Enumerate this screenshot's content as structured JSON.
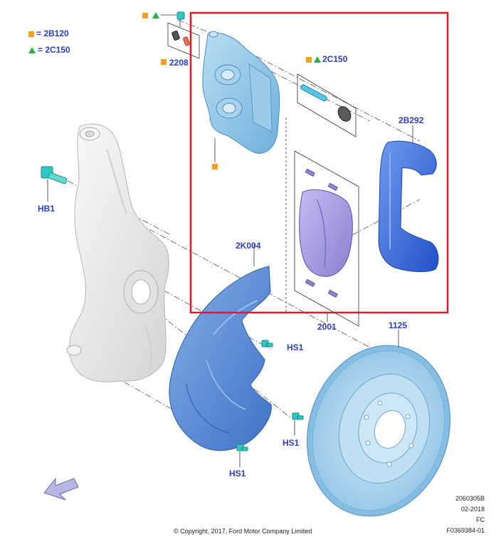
{
  "legend": [
    {
      "symbol": "square",
      "color": "#f4a21e",
      "text": "= 2B120"
    },
    {
      "symbol": "triangle",
      "color": "#24b24a",
      "text": "= 2C150"
    }
  ],
  "parts": {
    "bolt_2208": "2208",
    "pin_2c150": "2C150",
    "bracket": "2B292",
    "knuckle_bolt": "HB1",
    "shield": "2K004",
    "pad_set": "2001",
    "rotor": "1125",
    "shield_bolt_a": "HS1",
    "shield_bolt_b": "HS1",
    "shield_bolt_c": "HS1"
  },
  "footer": {
    "copyright": "© Copyright, 2017, Ford Motor Company Limited",
    "drawing_no": "2060305B",
    "date": "02-2018",
    "code": "FC",
    "ref": "F0369384-01"
  },
  "colors": {
    "callout_red": "#e21b23",
    "label_blue": "#2a3fc2",
    "legend_orange": "#f4a21e",
    "legend_green": "#24b24a",
    "caliper_blue": "#8fc6e6",
    "bracket_blue": "#3a6fe0",
    "pad_purple": "#a69ae0",
    "shield_blue": "#5f8fd6",
    "rotor_blue": "#a9d1ec",
    "knuckle_grey": "#ececec",
    "fastener_teal": "#2fc7c0"
  },
  "icons": {
    "direction_arrow": "front-direction-arrow-icon"
  }
}
